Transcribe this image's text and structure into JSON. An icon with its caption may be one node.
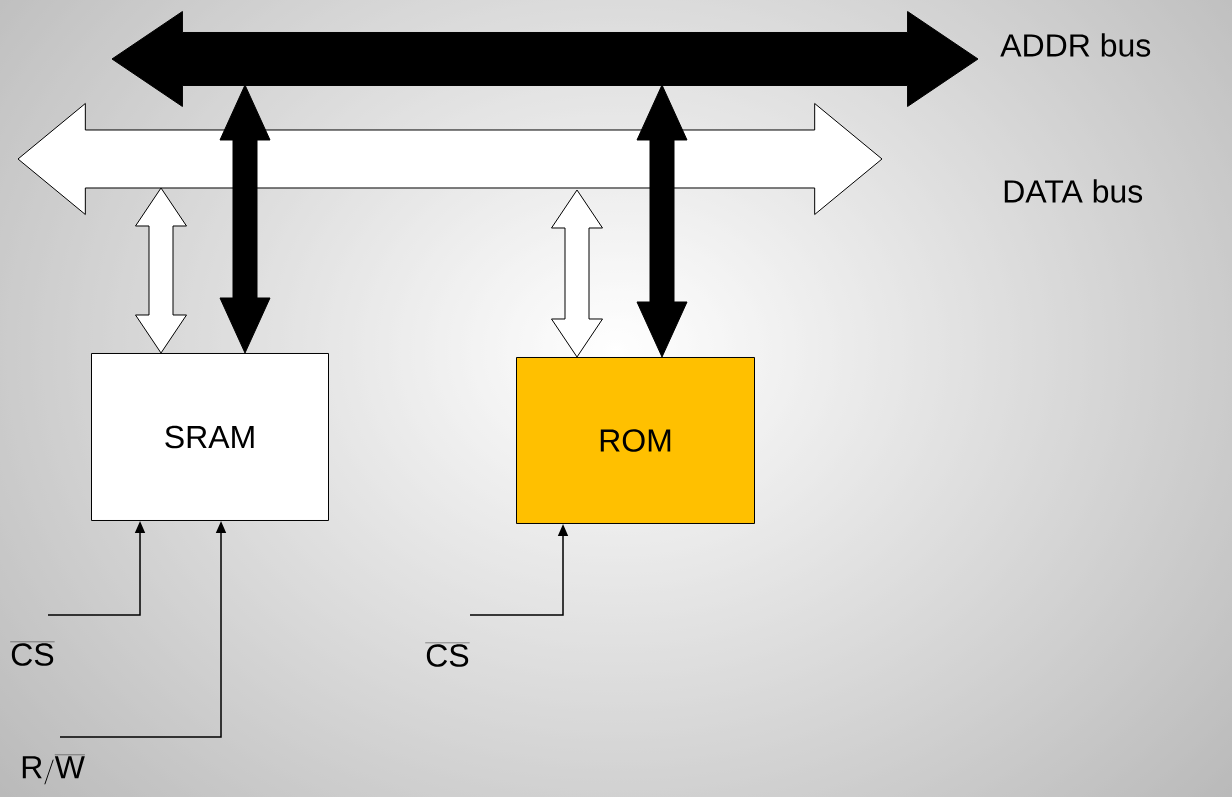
{
  "diagram": {
    "nodes": [
      {
        "text": [],
        "shape": "arrow",
        "beside": [
          "ADDR bus"
        ]
      },
      {
        "text": [],
        "shape": "arrow",
        "beside": [
          "DATA bus"
        ]
      },
      {
        "text": [
          "SRAM"
        ]
      },
      {
        "text": [
          "ROM"
        ]
      },
      {
        "text": [
          "\\overline{\\mathsf{CS}}"
        ]
      },
      {
        "text": [
          "\\mathsf{R/}\\overline{\\mathsf{W}}"
        ]
      },
      {
        "text": [
          "\\overline{\\mathsf{CS}}"
        ]
      }
    ],
    "edges": [
      {
        "from": 0,
        "to": 2,
        "arrow": "both",
        "style": "thick"
      },
      {
        "from": 1,
        "to": 2,
        "arrow": "both",
        "style": "thick",
        "color": "#ffffff"
      },
      {
        "from": 0,
        "to": 3,
        "arrow": "both",
        "style": "thick"
      },
      {
        "from": 1,
        "to": 3,
        "arrow": "both",
        "style": "thick",
        "color": "#ffffff"
      },
      {
        "from": 4,
        "to": 2,
        "arrow": "to"
      },
      {
        "from": 5,
        "to": 2,
        "arrow": "to"
      },
      {
        "from": 6,
        "to": 3,
        "arrow": "to"
      }
    ]
  }
}
